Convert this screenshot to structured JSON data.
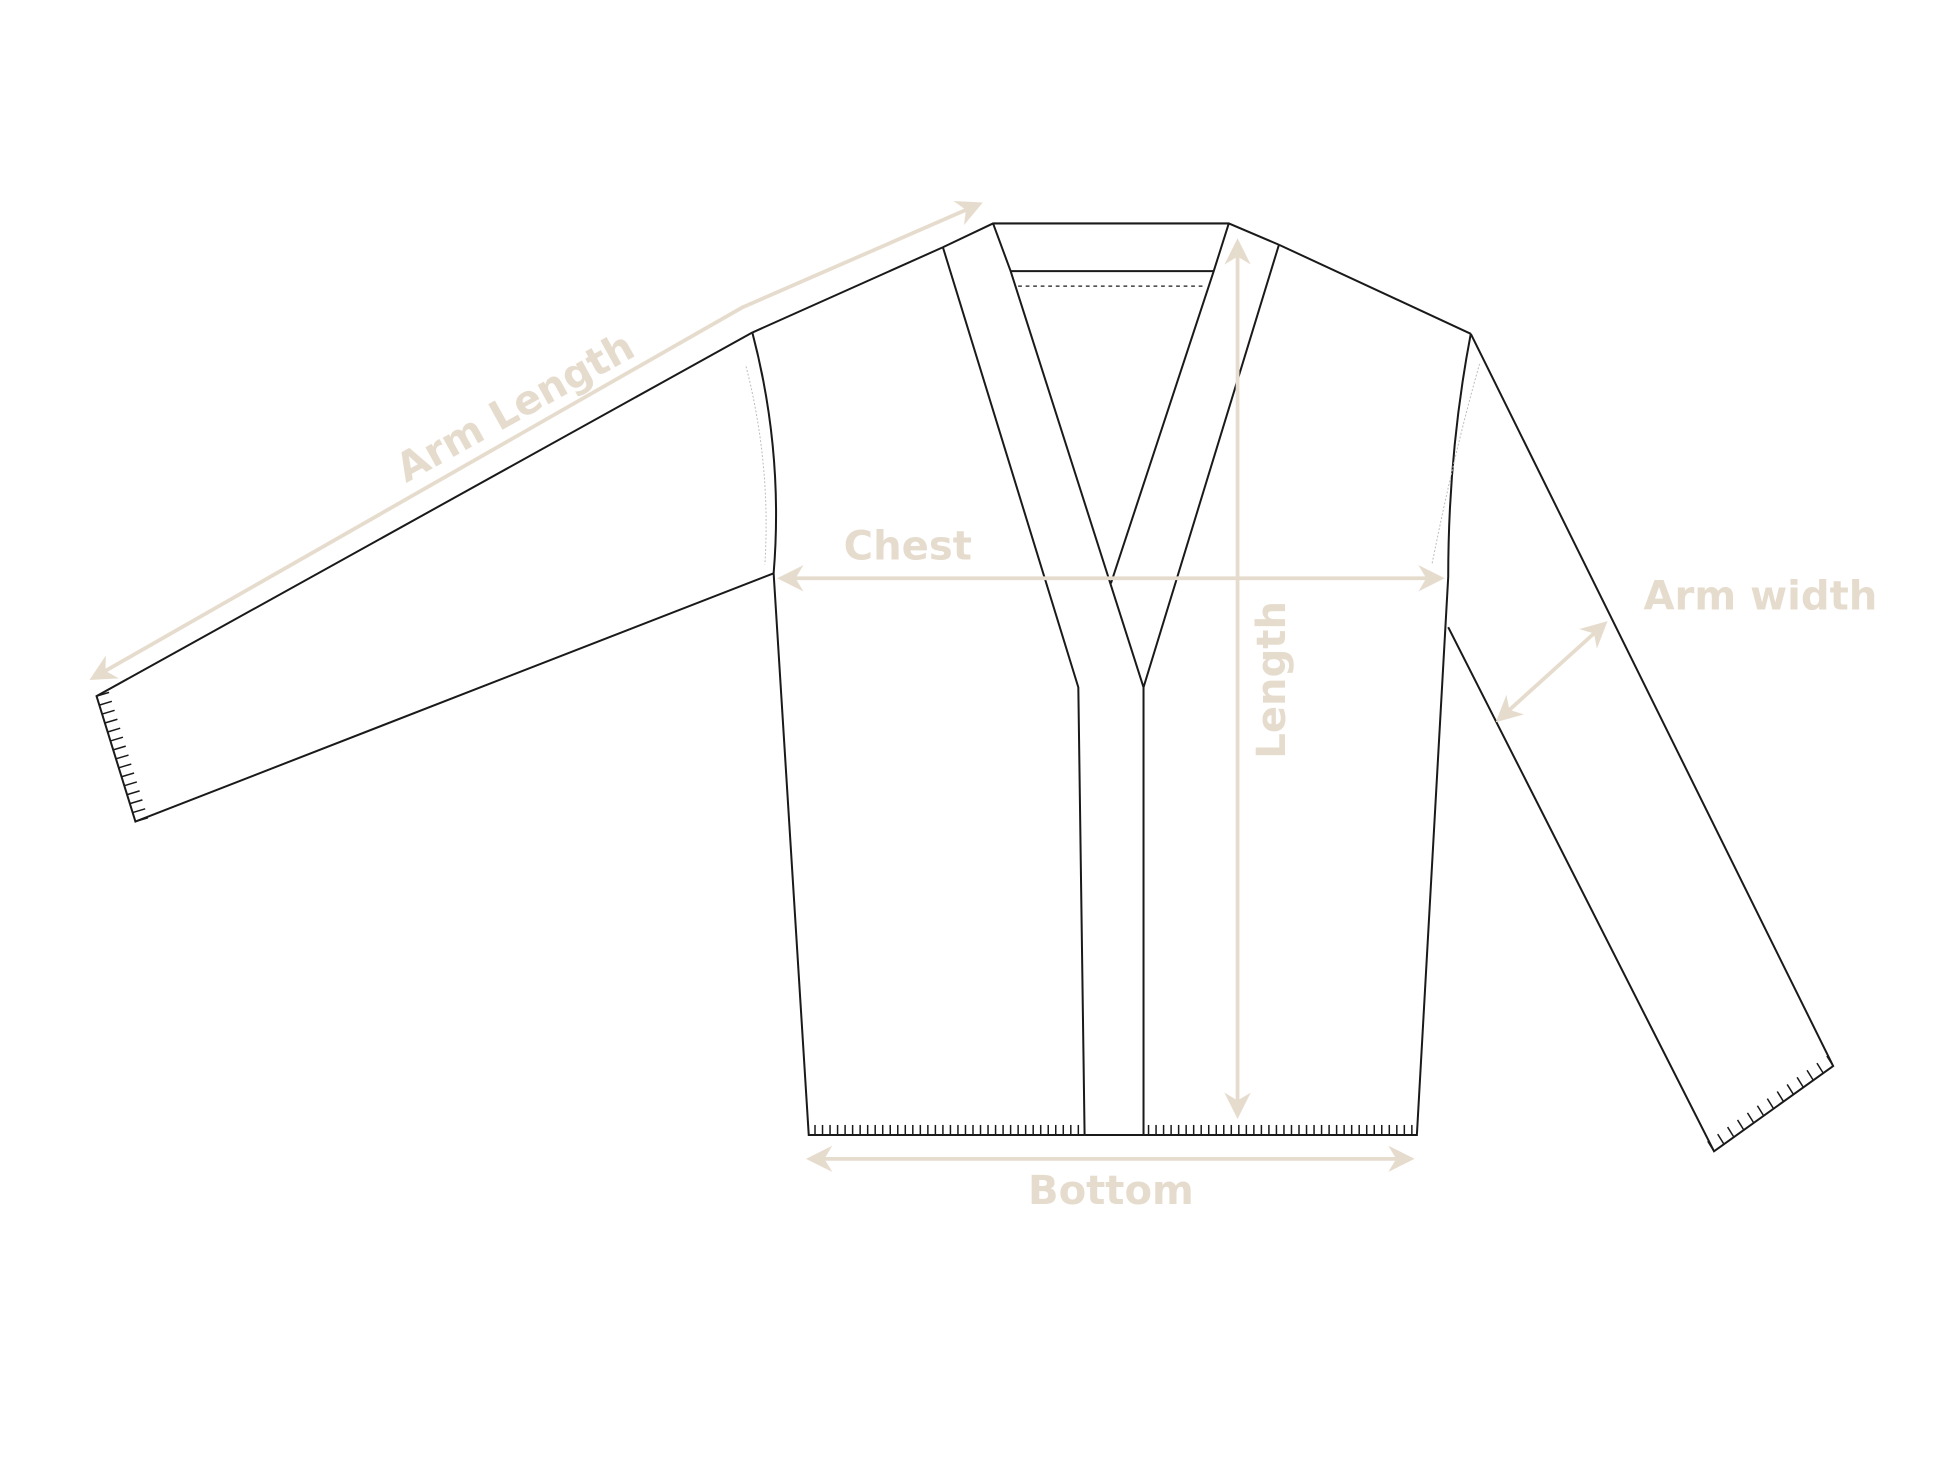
{
  "diagram": {
    "measurement_color": "#e6dccd",
    "outline_color": "#1a1a1a",
    "labels": {
      "arm_length": "Arm Length",
      "chest": "Chest",
      "length": "Length",
      "bottom": "Bottom",
      "arm_width": "Arm width"
    }
  }
}
